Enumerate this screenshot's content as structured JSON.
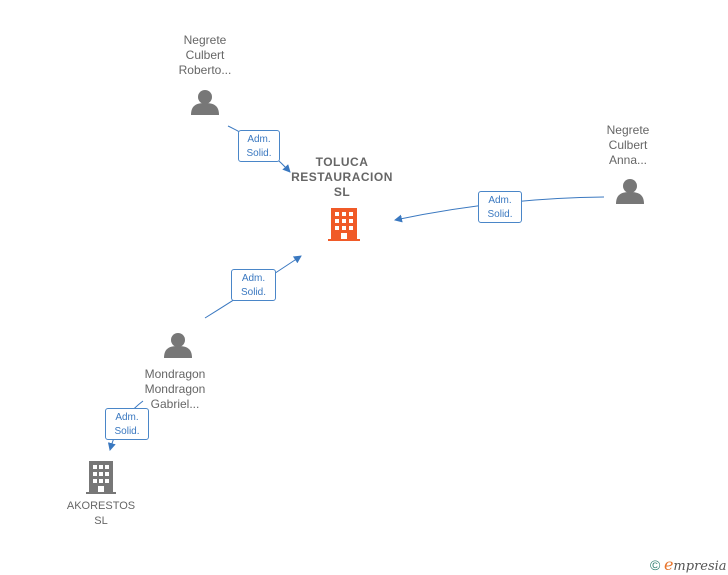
{
  "diagram": {
    "center_company": {
      "lines": [
        "TOLUCA",
        "RESTAURACION",
        "SL"
      ],
      "color": "#f05a28"
    },
    "people": [
      {
        "id": "p1",
        "lines": [
          "Negrete",
          "Culbert",
          "Roberto..."
        ]
      },
      {
        "id": "p2",
        "lines": [
          "Negrete",
          "Culbert",
          "Anna..."
        ]
      },
      {
        "id": "p3",
        "lines": [
          "Mondragon",
          "Mondragon",
          "Gabriel..."
        ]
      }
    ],
    "other_company": {
      "lines": [
        "AKORESTOS",
        "SL"
      ],
      "color": "#777777"
    },
    "relations": [
      {
        "from": "p1",
        "to": "center",
        "label": [
          "Adm.",
          "Solid."
        ]
      },
      {
        "from": "p2",
        "to": "center",
        "label": [
          "Adm.",
          "Solid."
        ]
      },
      {
        "from": "p3",
        "to": "center",
        "label": [
          "Adm.",
          "Solid."
        ]
      },
      {
        "from": "p3",
        "to": "akorestos",
        "label": [
          "Adm.",
          "Solid."
        ]
      }
    ],
    "colors": {
      "edge": "#3a78c0",
      "person": "#777777",
      "text": "#666666"
    }
  },
  "footer": {
    "copyright_symbol": "©",
    "brand_initial": "e",
    "brand_rest": "mpresia"
  }
}
